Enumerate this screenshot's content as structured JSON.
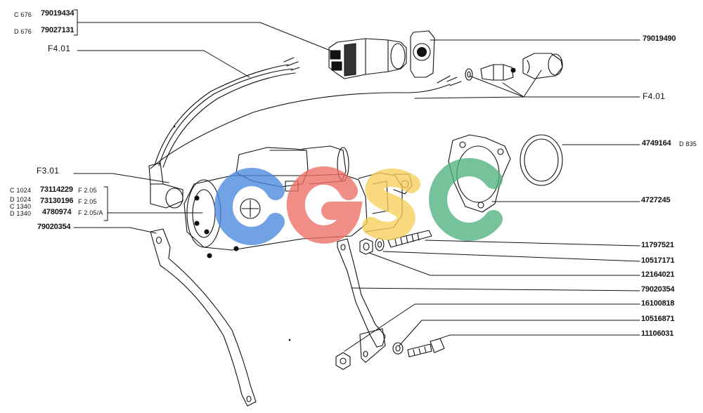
{
  "labels_right": {
    "p79019490": "79019490",
    "f401_right": "F4.01",
    "p4749164": "4749164",
    "d835": "D 835",
    "p4727245": "4727245",
    "p11797521": "11797521",
    "p10517171": "10517171",
    "p12164021": "12164021",
    "p79020354_right": "79020354",
    "p16100818": "16100818",
    "p10516871": "10516871",
    "p11106031": "11106031"
  },
  "labels_left": {
    "c676": "C 676",
    "p79019434": "79019434",
    "d676": "D 676",
    "p79027131": "79027131",
    "f401_left": "F4.01",
    "f301": "F3.01",
    "c1024": "C 1024",
    "p73114229": "73114229",
    "f205_a": "F 2.05",
    "d1024": "D 1024",
    "p73130196": "73130196",
    "f205_b": "F 2.05",
    "c1340": "C 1340",
    "d1340": "D 1340",
    "p4780974": "4780974",
    "f205a": "F 2.05/A",
    "p79020354_left": "79020354"
  },
  "watermark": {
    "letters": [
      "c",
      "G",
      "s",
      "c"
    ],
    "colors": [
      "#4a88e0",
      "#ec6e65",
      "#f7cf5a",
      "#4fb27f"
    ]
  }
}
